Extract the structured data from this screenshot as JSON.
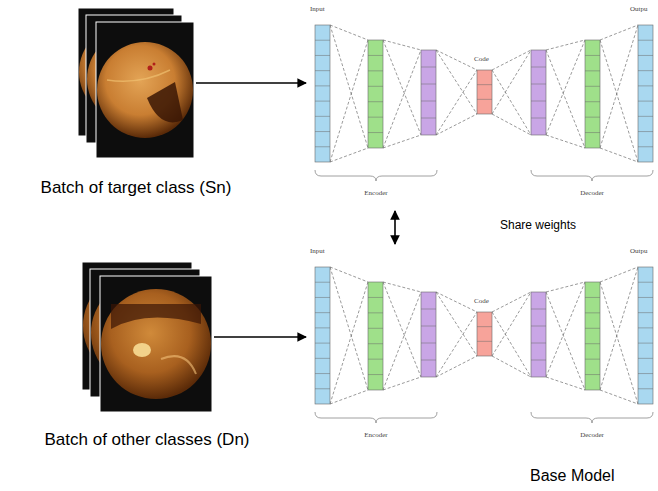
{
  "diagram": {
    "nodes": [
      {
        "text": [
          "Batch of target class (Sn)"
        ]
      },
      {
        "text": [
          "Input",
          "Code",
          "Outpu",
          "Encoder",
          "Decoder"
        ]
      },
      {
        "text": [
          "Batch of other classes (Dn)"
        ]
      },
      {
        "text": [
          "Input",
          "Code",
          "Outpu",
          "Encoder",
          "Decoder"
        ]
      }
    ],
    "edges": [
      {
        "from": 0,
        "to": 1,
        "arrow": "to"
      },
      {
        "from": 2,
        "to": 3,
        "arrow": "to"
      },
      {
        "from": 1,
        "to": 3,
        "arrow": "both",
        "label": "Share weights"
      }
    ],
    "labels": [
      "Base Model"
    ]
  }
}
